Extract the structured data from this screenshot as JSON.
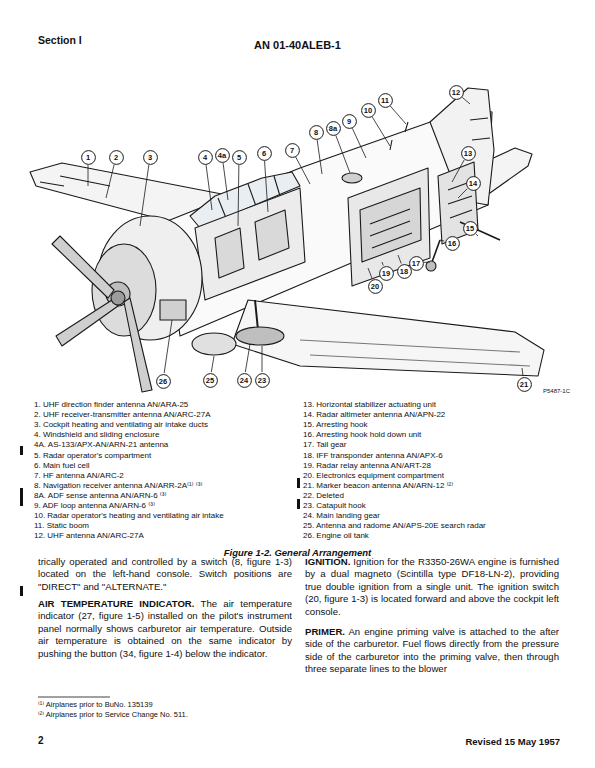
{
  "diagram": {
    "title": "AN 01-40ALEB-1",
    "caption": "Figure 1-2. General Arrangement",
    "nodes": [
      {
        "text": [
          "1"
        ]
      },
      {
        "text": [
          "2"
        ]
      },
      {
        "text": [
          "3"
        ]
      },
      {
        "text": [
          "4"
        ]
      },
      {
        "text": [
          "4a"
        ]
      },
      {
        "text": [
          "5"
        ]
      },
      {
        "text": [
          "6"
        ]
      },
      {
        "text": [
          "7"
        ]
      },
      {
        "text": [
          "8"
        ]
      },
      {
        "text": [
          "8a"
        ]
      },
      {
        "text": [
          "9"
        ]
      },
      {
        "text": [
          "10"
        ]
      },
      {
        "text": [
          "11"
        ]
      },
      {
        "text": [
          "12"
        ]
      },
      {
        "text": [
          "13"
        ]
      },
      {
        "text": [
          "14"
        ]
      },
      {
        "text": [
          "15"
        ]
      },
      {
        "text": [
          "16"
        ]
      },
      {
        "text": [
          "17"
        ]
      },
      {
        "text": [
          "18"
        ]
      },
      {
        "text": [
          "19"
        ]
      },
      {
        "text": [
          "20"
        ]
      },
      {
        "text": [
          "21"
        ]
      },
      {
        "text": [
          "23"
        ]
      },
      {
        "text": [
          "24"
        ]
      },
      {
        "text": [
          "25"
        ]
      },
      {
        "text": [
          "26"
        ]
      }
    ],
    "labels": [
      "Section I",
      "P5487-1C",
      "1. UHF direction finder antenna AN/ARA-25",
      "2. UHF receiver-transmitter antenna AN/ARC-27A",
      "3. Cockpit heating and ventilating air intake ducts",
      "4. Windshield and sliding enclosure",
      "4A. AS-133/APX-AN/ARN-21 antenna",
      "5. Radar operator's compartment",
      "6. Main fuel cell",
      "7. HF antenna AN/ARC-2",
      "8. Navigation receiver antenna AN/ARR-2A⁽¹⁾ ⁽³⁾",
      "8A. ADF sense antenna AN/ARN-6 ⁽³⁾",
      "9. ADF loop antenna AN/ARN-6 ⁽³⁾",
      "10. Radar operator's heating and ventilating air intake",
      "11. Static boom",
      "12. UHF antenna AN/ARC-27A",
      "13. Horizontal stabilizer actuating unit",
      "14. Radar altimeter antenna AN/APN-22",
      "15. Arresting hook",
      "16. Arresting hook hold down unit",
      "17. Tail gear",
      "18. IFF transponder antenna AN/APX-6",
      "19. Radar relay antenna AN/ART-28",
      "20. Electronics equipment compartment",
      "21. Marker beacon antenna AN/ARN-12 ⁽²⁾",
      "22. Deleted",
      "23. Catapult hook",
      "24. Main landing gear",
      "25. Antenna and radome AN/APS-20E search radar",
      "26. Engine oil tank",
      "trically operated and controlled by a switch (8, figure 1-3) located on the left-hand console. Switch positions are \"DIRECT\" and \"ALTERNATE.\"",
      "AIR TEMPERATURE INDICATOR.",
      "The air temperature indicator (27, figure 1-5) installed on the pilot's instrument panel normally shows carburetor air temperature. Outside air temperature is obtained on the same indicator by pushing the button (34, figure 1-4) below the indicator.",
      "IGNITION.",
      "Ignition for the R3350-26WA engine is furnished by a dual magneto (Scintilla type DF18-LN-2), providing true double ignition from a single unit. The ignition switch (20, figure 1-3) is located forward and above the cockpit left console.",
      "PRIMER.",
      "An engine priming valve is attached to the after side of the carburetor. Fuel flows directly from the pressure side of the carburetor into the priming valve, then through three separate lines to the blower",
      "⁽¹⁾ Airplanes prior to BuNo. 135139",
      "⁽²⁾ Airplanes prior to Service Change No. 511.",
      "2",
      "Revised 15 May 1957"
    ]
  }
}
